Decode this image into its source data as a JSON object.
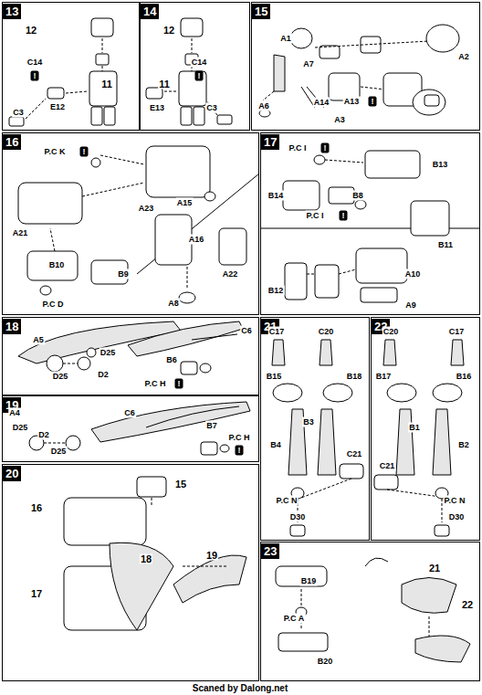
{
  "diagram": {
    "nodes": [
      {
        "text": [
          "13"
        ]
      },
      {
        "text": [
          "14"
        ]
      },
      {
        "text": [
          "15"
        ]
      },
      {
        "text": [
          "16"
        ]
      },
      {
        "text": [
          "17"
        ]
      },
      {
        "text": [
          "18"
        ]
      },
      {
        "text": [
          "21"
        ]
      },
      {
        "text": [
          "22"
        ]
      },
      {
        "text": [
          "19"
        ]
      },
      {
        "text": [
          "20"
        ]
      },
      {
        "text": [
          "23"
        ]
      }
    ],
    "labels": [
      "12",
      "C14",
      "!",
      "11",
      "E12",
      "C3",
      "12",
      "C14",
      "!",
      "11",
      "E13",
      "C3",
      "A1",
      "A7",
      "A2",
      "A13",
      "!",
      "A6",
      "A14",
      "A3",
      "P.C K",
      "!",
      "A23",
      "A21",
      "B10",
      "B9",
      "P.C D",
      "A15",
      "A16",
      "A22",
      "A8",
      "P.C I",
      "!",
      "B13",
      "B14",
      "B8",
      "P.C I",
      "!",
      "B11",
      "B12",
      "A10",
      "A9",
      "A5",
      "D25",
      "D2",
      "D25",
      "C6",
      "B6",
      "P.C H",
      "!",
      "C17",
      "C20",
      "B15",
      "B18",
      "B3",
      "B4",
      "C21",
      "P.C N",
      "D30",
      "C20",
      "C17",
      "B17",
      "B16",
      "B1",
      "B2",
      "C21",
      "P.C N",
      "D30",
      "A4",
      "D25",
      "D2",
      "D25",
      "C6",
      "B7",
      "P.C H",
      "!",
      "15",
      "16",
      "18",
      "17",
      "19",
      "B19",
      "P.C A",
      "B20",
      "21",
      "22",
      "Scaned by Dalong.net"
    ]
  }
}
